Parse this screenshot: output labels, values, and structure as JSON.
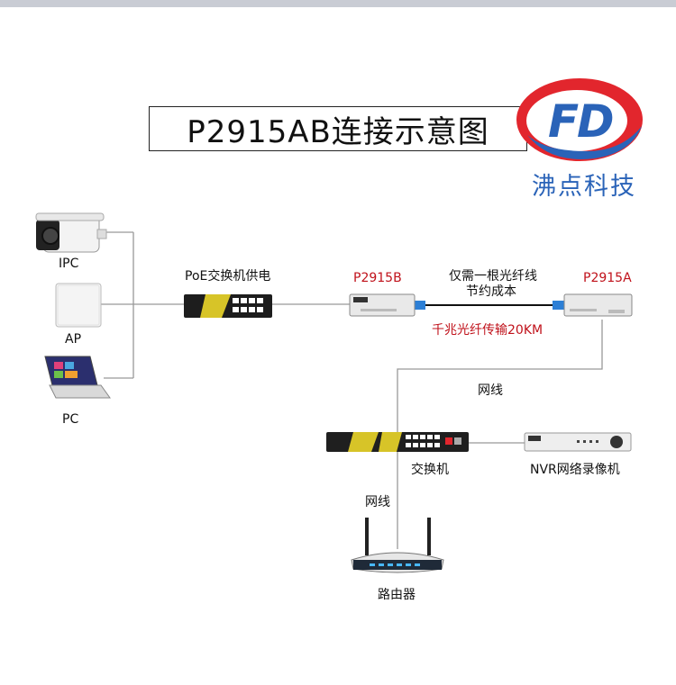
{
  "title": "P2915AB连接示意图",
  "brand": {
    "name": "沸点科技",
    "logo_letters": "FD"
  },
  "devices": {
    "ipc": "IPC",
    "ap": "AP",
    "pc": "PC",
    "poe_switch": "PoE交换机供电",
    "p2915b": "P2915B",
    "p2915a": "P2915A",
    "fiber_note_1": "仅需一根光纤线",
    "fiber_note_2": "节约成本",
    "fiber_spec": "千兆光纤传输20KM",
    "cable_1": "网线",
    "switch": "交换机",
    "nvr": "NVR网络录像机",
    "cable_2": "网线",
    "router": "路由器"
  },
  "colors": {
    "accent_red": "#c0121b",
    "brand_blue": "#2a63b8",
    "logo_red": "#e2262d"
  }
}
